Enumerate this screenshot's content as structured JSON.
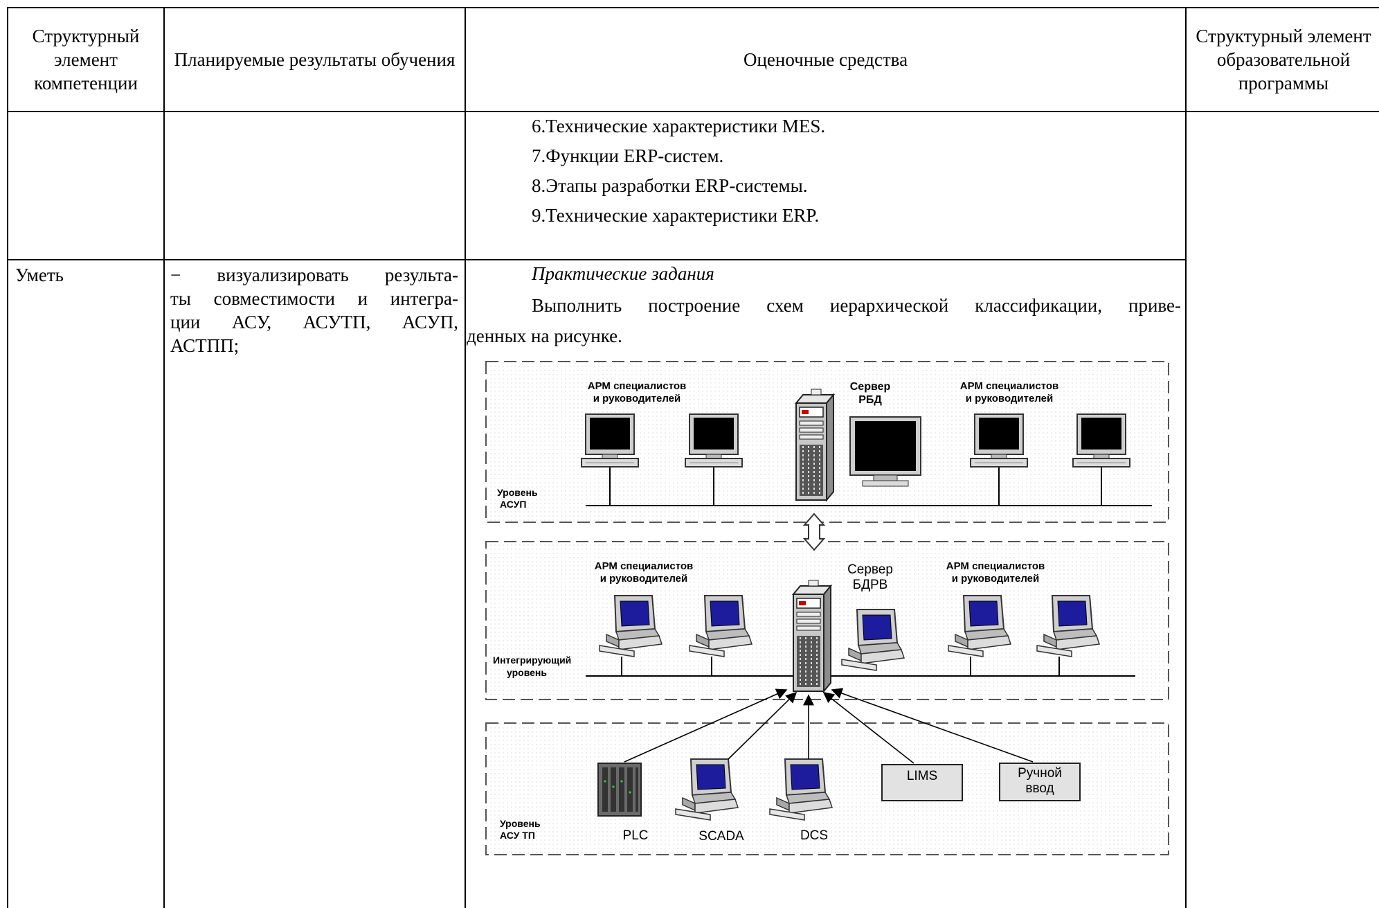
{
  "header": {
    "col1": "Структурный элемент компетенции",
    "col2": "Планируемые результаты обучения",
    "col3": "Оценочные средства",
    "col4": "Структурный элемент образовательной программы"
  },
  "row1": {
    "items": [
      "6.Технические характеристики MES.",
      "7.Функции ERP-систем.",
      "8.Этапы разработки ERP-системы.",
      "9.Технические характеристики ERP."
    ]
  },
  "row2": {
    "element": "Уметь",
    "result_lines": [
      "− визуализировать результа-",
      "ты совместимости и интегра-",
      "ции АСУ, АСУТП, АСУП,",
      "АСТПП;"
    ],
    "task_title": "Практические задания",
    "task_line1": "Выполнить построение схем иерархической классификации, приве-",
    "task_line2": "денных на рисунке."
  },
  "diagram": {
    "arm_label_line1": "АРМ специалистов",
    "arm_label_line2": "и руководителей",
    "server_rbd_line1": "Сервер",
    "server_rbd_line2": "РБД",
    "server_bdrv_line1": "Сервер",
    "server_bdrv_line2": "БДРВ",
    "level_asup_line1": "Уровень",
    "level_asup_line2": "АСУП",
    "level_integr_line1": "Интегрирующий",
    "level_integr_line2": "уровень",
    "level_asutp_line1": "Уровень",
    "level_asutp_line2": "АСУ ТП",
    "plc": "PLC",
    "scada": "SCADA",
    "dcs": "DCS",
    "lims": "LIMS",
    "manual_line1": "Ручной",
    "manual_line2": "ввод"
  }
}
